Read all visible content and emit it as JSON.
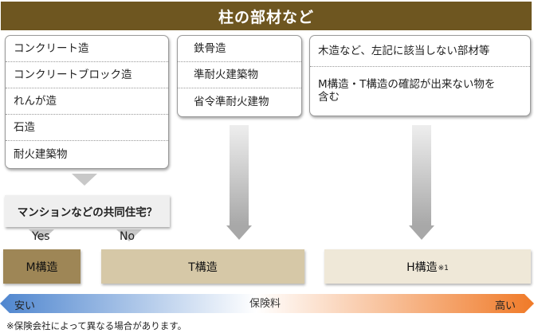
{
  "title": "柱の部材など",
  "left_group": {
    "items": [
      "コンクリート造",
      "コンクリートブロック造",
      "れんが造",
      "石造",
      "耐火建築物"
    ]
  },
  "middle_group": {
    "items": [
      "鉄骨造",
      "準耐火建築物",
      "省令準耐火建物"
    ]
  },
  "right_group": {
    "items": [
      "木造など、左記に該当しない部材等",
      "M構造・T構造の確認が出来ない物を含む"
    ]
  },
  "question": "マンションなどの共同住宅？",
  "answers": {
    "yes": "Yes",
    "no": "No"
  },
  "structures": {
    "m": "M構造",
    "t": "T構造",
    "h": "H構造",
    "h_note": "※1"
  },
  "premium_scale": {
    "low": "安い",
    "label": "保険料",
    "high": "高い"
  },
  "footnote": "※保険会社によって異なる場合があります。",
  "colors": {
    "title_bg": "#6e5620",
    "m_structure": "#9e8656",
    "t_structure": "#d6c8a7",
    "h_structure": "#efe8d8",
    "scale_low": "#5b8fd1",
    "scale_high": "#f08a3c"
  }
}
